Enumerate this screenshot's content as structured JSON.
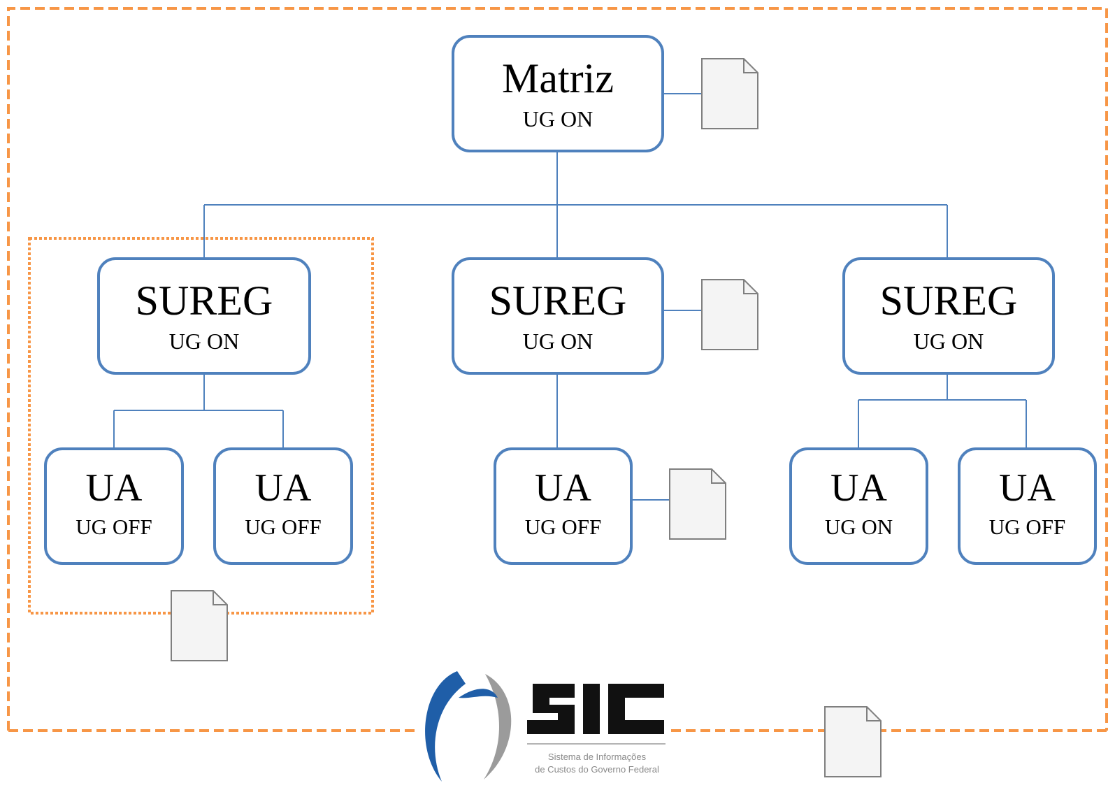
{
  "diagram": {
    "root": {
      "title": "Matriz",
      "status": "UG ON"
    },
    "sureg_left": {
      "title": "SUREG",
      "status": "UG ON"
    },
    "sureg_middle": {
      "title": "SUREG",
      "status": "UG ON"
    },
    "sureg_right": {
      "title": "SUREG",
      "status": "UG ON"
    },
    "ua_left_1": {
      "title": "UA",
      "status": "UG OFF"
    },
    "ua_left_2": {
      "title": "UA",
      "status": "UG OFF"
    },
    "ua_middle": {
      "title": "UA",
      "status": "UG OFF"
    },
    "ua_right_1": {
      "title": "UA",
      "status": "UG ON"
    },
    "ua_right_2": {
      "title": "UA",
      "status": "UG OFF"
    }
  },
  "logo": {
    "name": "SIC",
    "subtitle_line1": "Sistema de Informações",
    "subtitle_line2": "de Custos do Governo Federal"
  },
  "colors": {
    "node_border": "#4f81bd",
    "connector": "#4f81bd",
    "outer_frame": "#f79646",
    "inner_frame": "#f79646",
    "document_fill": "#f4f4f4",
    "document_stroke": "#7f7f7f",
    "logo_blue": "#1f5ea8",
    "logo_gray": "#9b9b9b"
  }
}
